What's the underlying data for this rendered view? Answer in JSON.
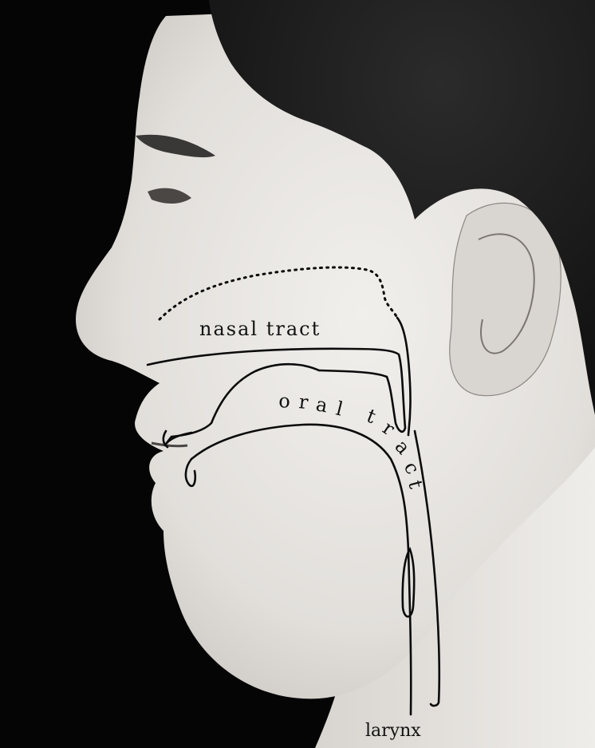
{
  "labels": {
    "nasal": "nasal tract",
    "oral": [
      "o",
      "r",
      "a",
      "l",
      "t",
      "r",
      "a",
      "c",
      "t"
    ],
    "larynx": "larynx"
  },
  "colors": {
    "background": "#050505",
    "skin_light": "#e9e7e4",
    "skin_mid": "#cfcbc6",
    "hair": "#1a1a1a",
    "line": "#0b0b0b"
  }
}
